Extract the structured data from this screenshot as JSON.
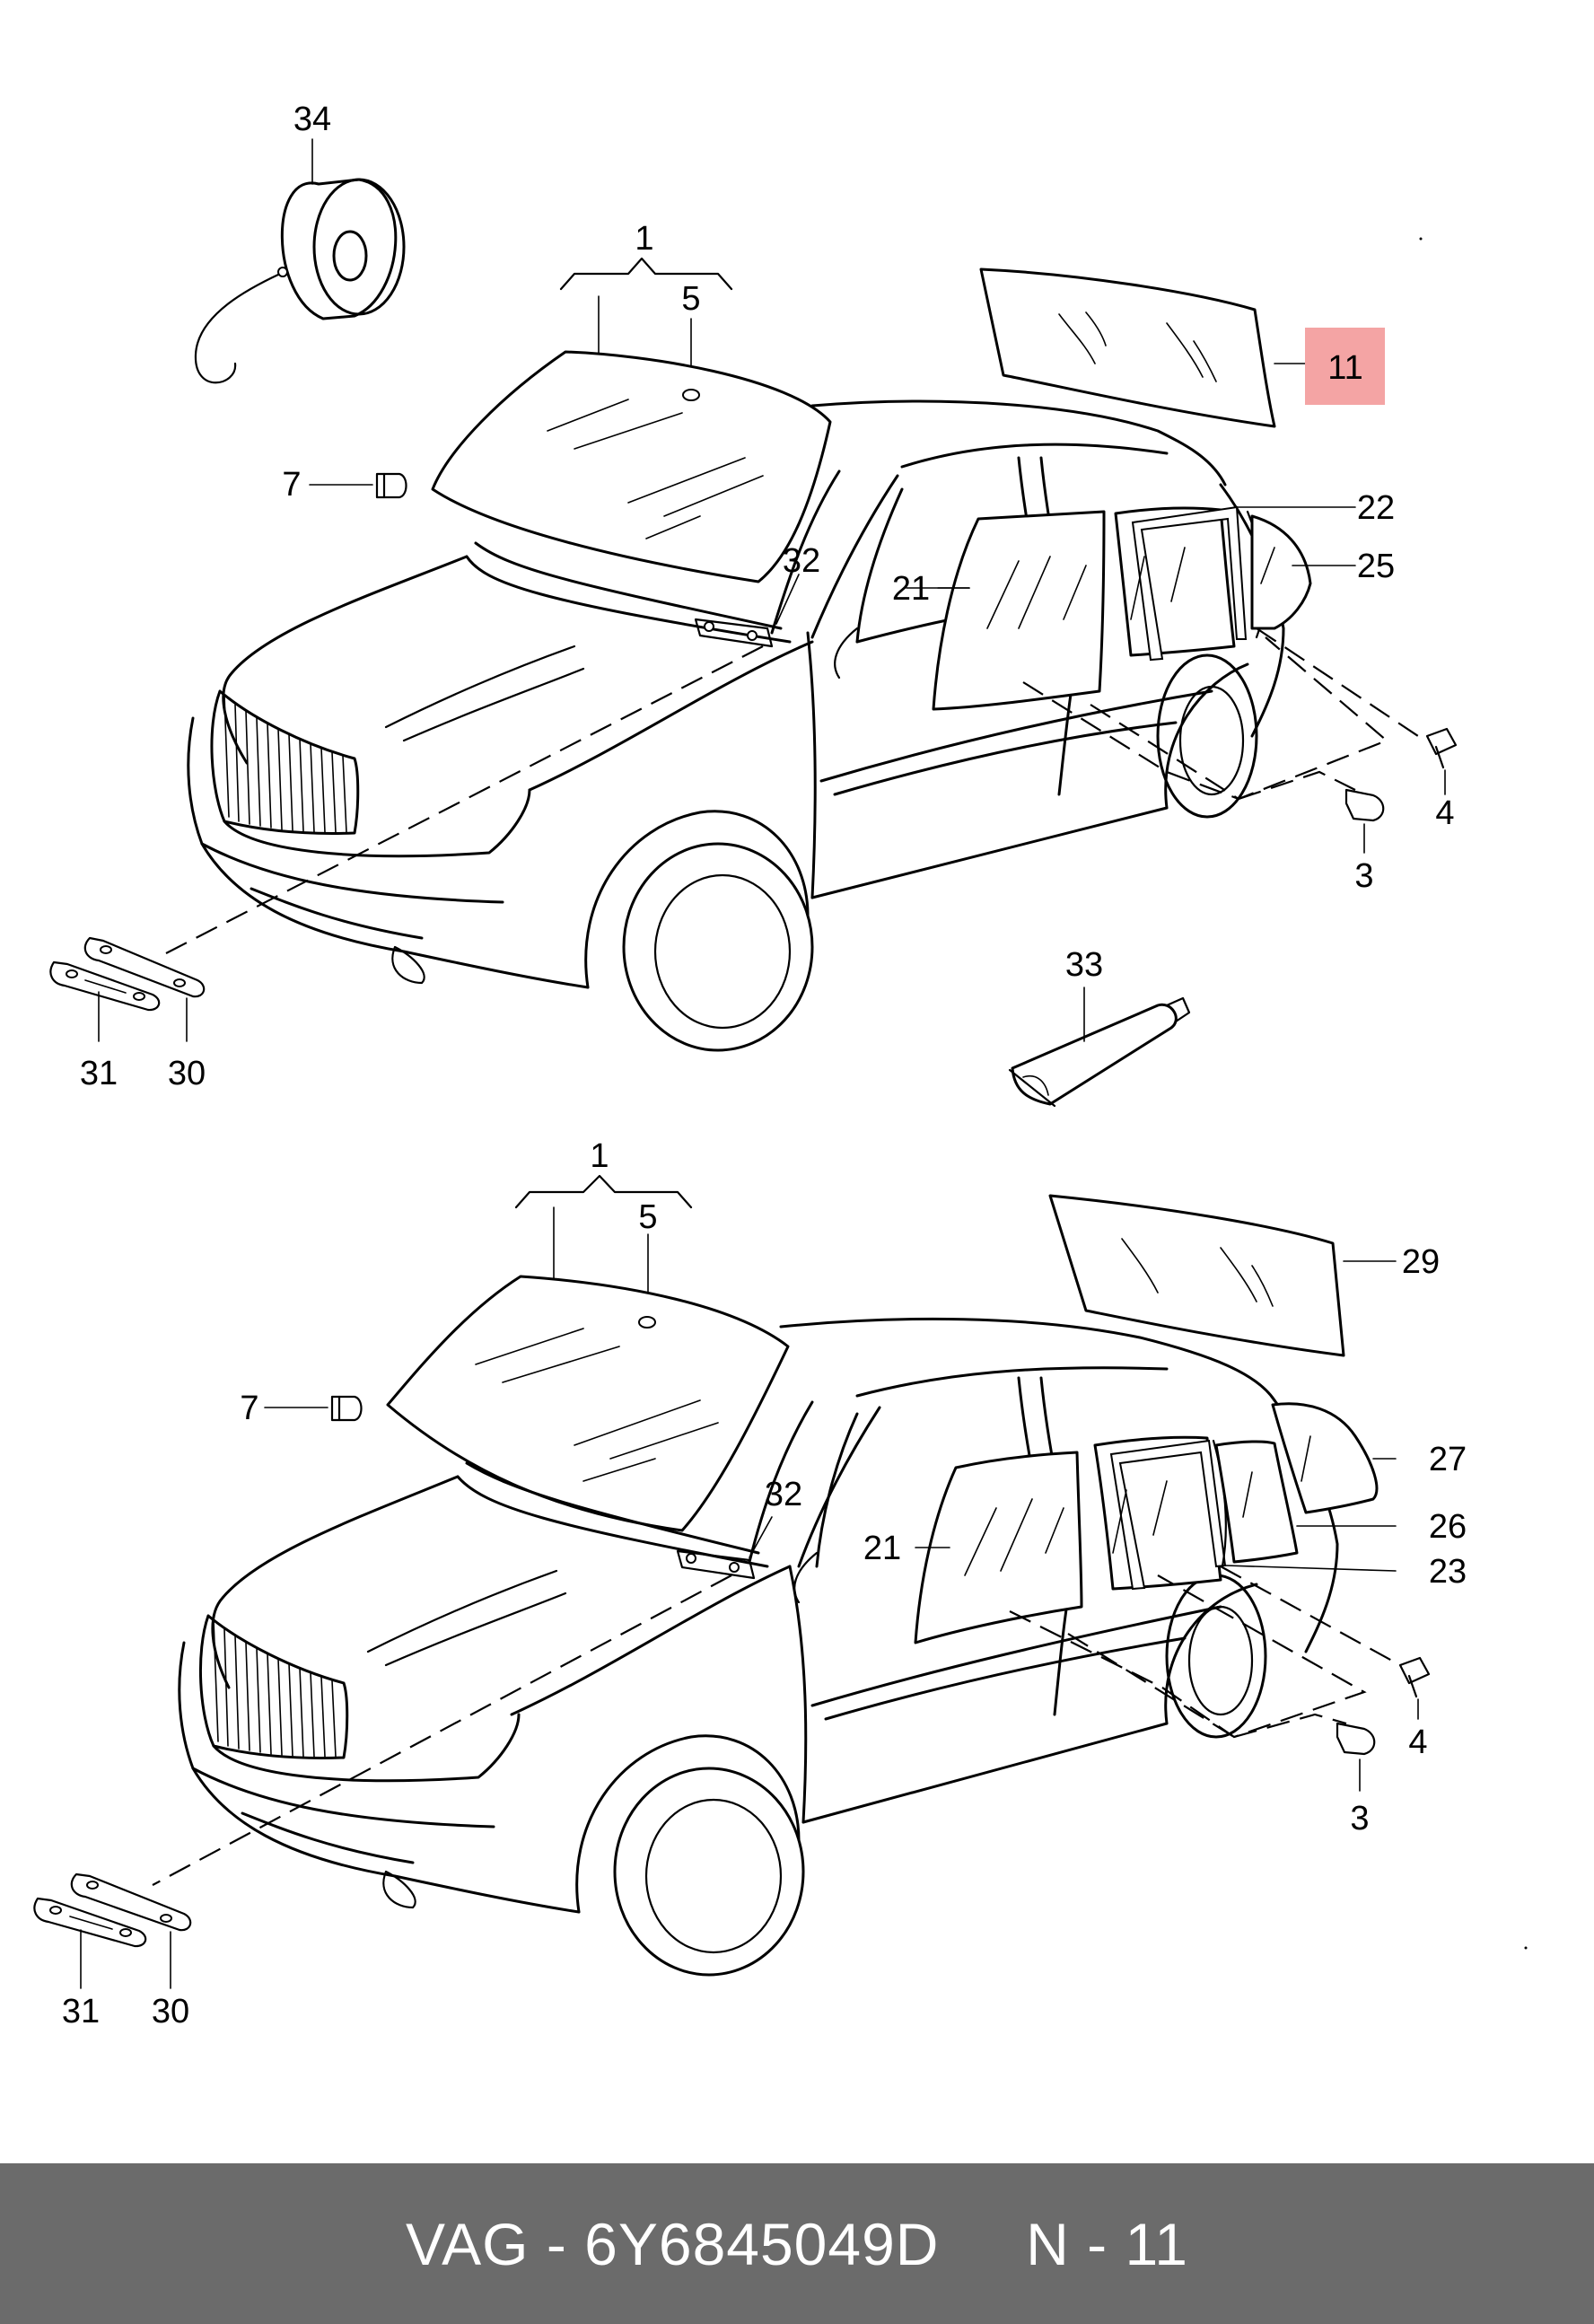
{
  "callouts_top": {
    "c34": "34",
    "c1": "1",
    "c5": "5",
    "c7": "7",
    "c11": "11",
    "c22": "22",
    "c25": "25",
    "c21": "21",
    "c32": "32",
    "c4": "4",
    "c3": "3",
    "c33": "33",
    "c31": "31",
    "c30": "30"
  },
  "callouts_bottom": {
    "c1": "1",
    "c5": "5",
    "c7": "7",
    "c29": "29",
    "c27": "27",
    "c26": "26",
    "c23": "23",
    "c21": "21",
    "c32": "32",
    "c4": "4",
    "c3": "3",
    "c31": "31",
    "c30": "30"
  },
  "highlight": {
    "label": "11",
    "color": "#f4a4a4"
  },
  "footer": {
    "text": "VAG - 6Y6845049D     N - 11",
    "background": "#6b6b6b",
    "color": "#ffffff"
  }
}
